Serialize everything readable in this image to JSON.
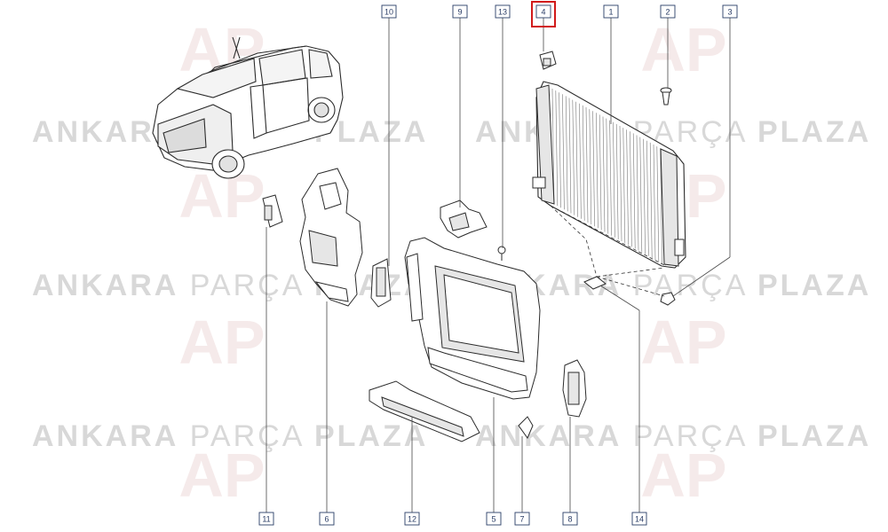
{
  "watermark": {
    "brand_left": "ANKARA",
    "brand_middle": "PARÇA",
    "brand_right": "PLAZA",
    "logo_letters": "AP",
    "logo_color": "#c98a8a",
    "text_color": "#d8d8d8"
  },
  "highlight_color": "#d11a1a",
  "callout_color": "#2a3d66",
  "callouts_top": [
    {
      "id": "c10",
      "label": "10"
    },
    {
      "id": "c9",
      "label": "9"
    },
    {
      "id": "c13",
      "label": "13"
    },
    {
      "id": "c4",
      "label": "4",
      "highlighted": true
    },
    {
      "id": "c1",
      "label": "1"
    },
    {
      "id": "c2",
      "label": "2"
    },
    {
      "id": "c3",
      "label": "3"
    }
  ],
  "callouts_bottom": [
    {
      "id": "c11",
      "label": "11"
    },
    {
      "id": "c6",
      "label": "6"
    },
    {
      "id": "c12",
      "label": "12"
    },
    {
      "id": "c5",
      "label": "5"
    },
    {
      "id": "c7",
      "label": "7"
    },
    {
      "id": "c8",
      "label": "8"
    },
    {
      "id": "c14",
      "label": "14"
    }
  ]
}
